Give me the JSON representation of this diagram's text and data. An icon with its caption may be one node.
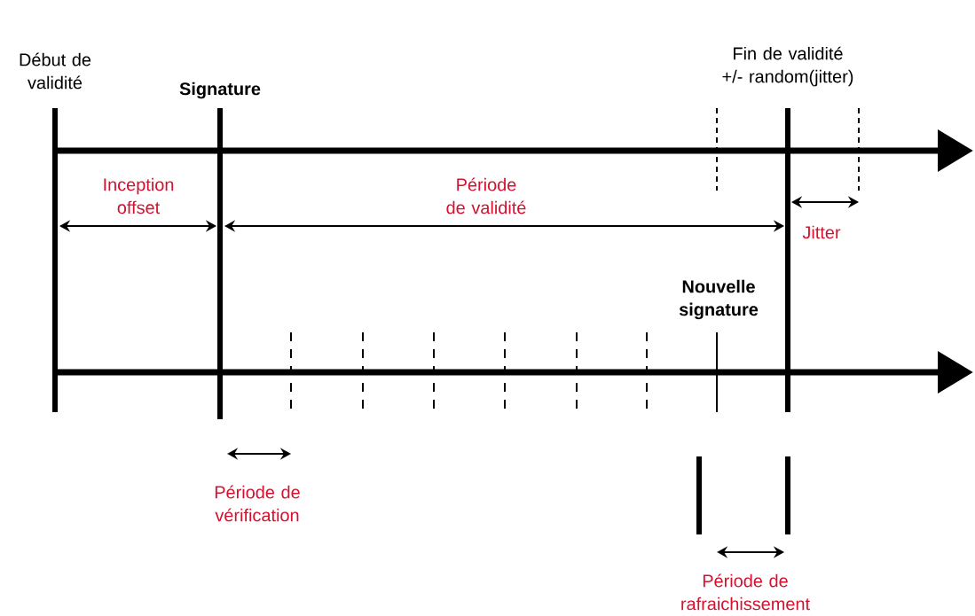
{
  "diagram": {
    "labels": [
      "Début de validité",
      "Signature",
      "Fin de validité +/- random(jitter)",
      "Inception offset",
      "Période de validité",
      "Jitter",
      "Nouvelle signature",
      "Période de vérification",
      "Période de rafraichissement"
    ]
  }
}
